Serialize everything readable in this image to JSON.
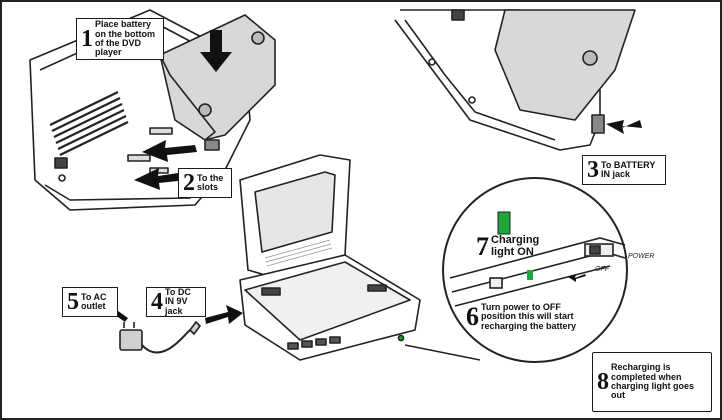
{
  "steps": [
    {
      "number": "1",
      "text": "Place battery on the bottom of the DVD player"
    },
    {
      "number": "2",
      "text": "To the slots"
    },
    {
      "number": "3",
      "text": "To BATTERY IN jack"
    },
    {
      "number": "4",
      "text": "To DC IN 9V jack"
    },
    {
      "number": "5",
      "text": "To AC outlet"
    },
    {
      "number": "6",
      "text": "Turn power to OFF position this will start recharging the battery"
    },
    {
      "number": "7",
      "text": "Charging light ON"
    },
    {
      "number": "8",
      "text": "Recharging is completed when charging light goes out"
    }
  ],
  "switch_labels": {
    "off": "OFF",
    "power": "POWER"
  },
  "colors": {
    "charging_light": "#1fa83a",
    "frame": "#222222"
  }
}
